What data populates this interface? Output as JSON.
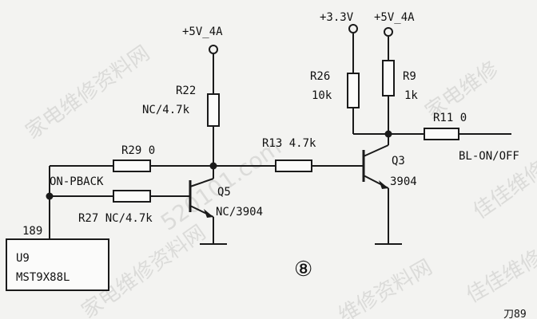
{
  "watermarks": {
    "wm1": "家电维修资料网",
    "wm2": "520101.com",
    "wm3": "家电维修",
    "wm4": "家电维修资料网",
    "wm5": "佳佳维修",
    "wm6": "维修资料网",
    "wm7": "佳佳维修"
  },
  "labels": {
    "vcc_top_left": "+5V_4A",
    "r22_name": "R22",
    "r22_value": "NC/4.7k",
    "r29": "R29 0",
    "on_pback": "ON-PBACK",
    "r27": "R27 NC/4.7k",
    "q5_name": "Q5",
    "q5_value": "NC/3904",
    "r13": "R13 4.7k",
    "v33": "+3.3V",
    "vcc_top_right": "+5V_4A",
    "r26_name": "R26",
    "r26_value": "10k",
    "r9_name": "R9",
    "r9_value": "1k",
    "r11": "R11 0",
    "bl_on_off": "BL-ON/OFF",
    "q3_name": "Q3",
    "q3_value": "3904",
    "pin_189": "189",
    "u9_name": "U9",
    "u9_value": "MST9X88L",
    "figure_mark": "⑧",
    "corner_mark": "刀89"
  }
}
